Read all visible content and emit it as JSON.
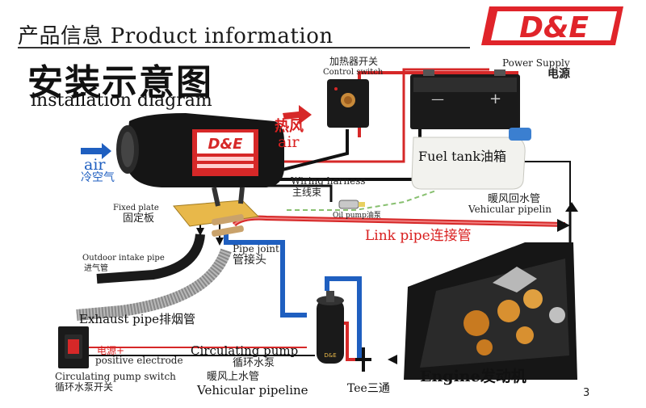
{
  "header": {
    "title": "产品信息 Product information",
    "logo_text": "D&E"
  },
  "diagram": {
    "title_cn": "安装示意图",
    "title_en": "installation diagram",
    "heater_logo": "D&E",
    "labels": {
      "air_en": "air",
      "air_cn": "冷空气",
      "hot_air_cn": "热风",
      "hot_air_en": "air",
      "control_switch_cn": "加热器开关",
      "control_switch_en": "Control switch",
      "power_supply_en": "Power Supply",
      "power_supply_cn": "电源",
      "fuel_tank": "Fuel tank油箱",
      "wiring_harness_en": "Wiring harness",
      "wiring_harness_cn": "主线束",
      "fixed_plate_en": "Fixed plate",
      "fixed_plate_cn": "固定板",
      "oil_pump": "Oil pump油泵",
      "return_pipe_cn": "暖风回水管",
      "return_pipe_en": "Vehicular pipelin",
      "link_pipe": "Link pipe连接管",
      "outdoor_intake_en": "Outdoor intake pipe",
      "outdoor_intake_cn": "进气管",
      "pipe_joint_en": "Pipe joint",
      "pipe_joint_cn": "管接头",
      "exhaust_pipe": "Exhaust pipe排烟管",
      "power_plus_cn": "电源+",
      "positive_electrode": "positive electrode",
      "circ_pump_switch_en": "Circulating pump switch",
      "circ_pump_switch_cn": "循环水泵开关",
      "circ_pump_en": "Circulating pump",
      "circ_pump_cn": "循环水泵",
      "supply_pipe_cn": "暖风上水管",
      "supply_pipe_en": "Vehicular pipeline",
      "tee": "Tee三通",
      "engine": "Engine发动机"
    },
    "battery_minus": "—",
    "battery_plus": "+",
    "page_number": "3"
  },
  "colors": {
    "red_pipe": "#d62828",
    "blue_pipe": "#1f5fc0",
    "black_wire": "#111111",
    "logo_red": "#e0242a",
    "plate_yellow": "#e8b84a"
  }
}
